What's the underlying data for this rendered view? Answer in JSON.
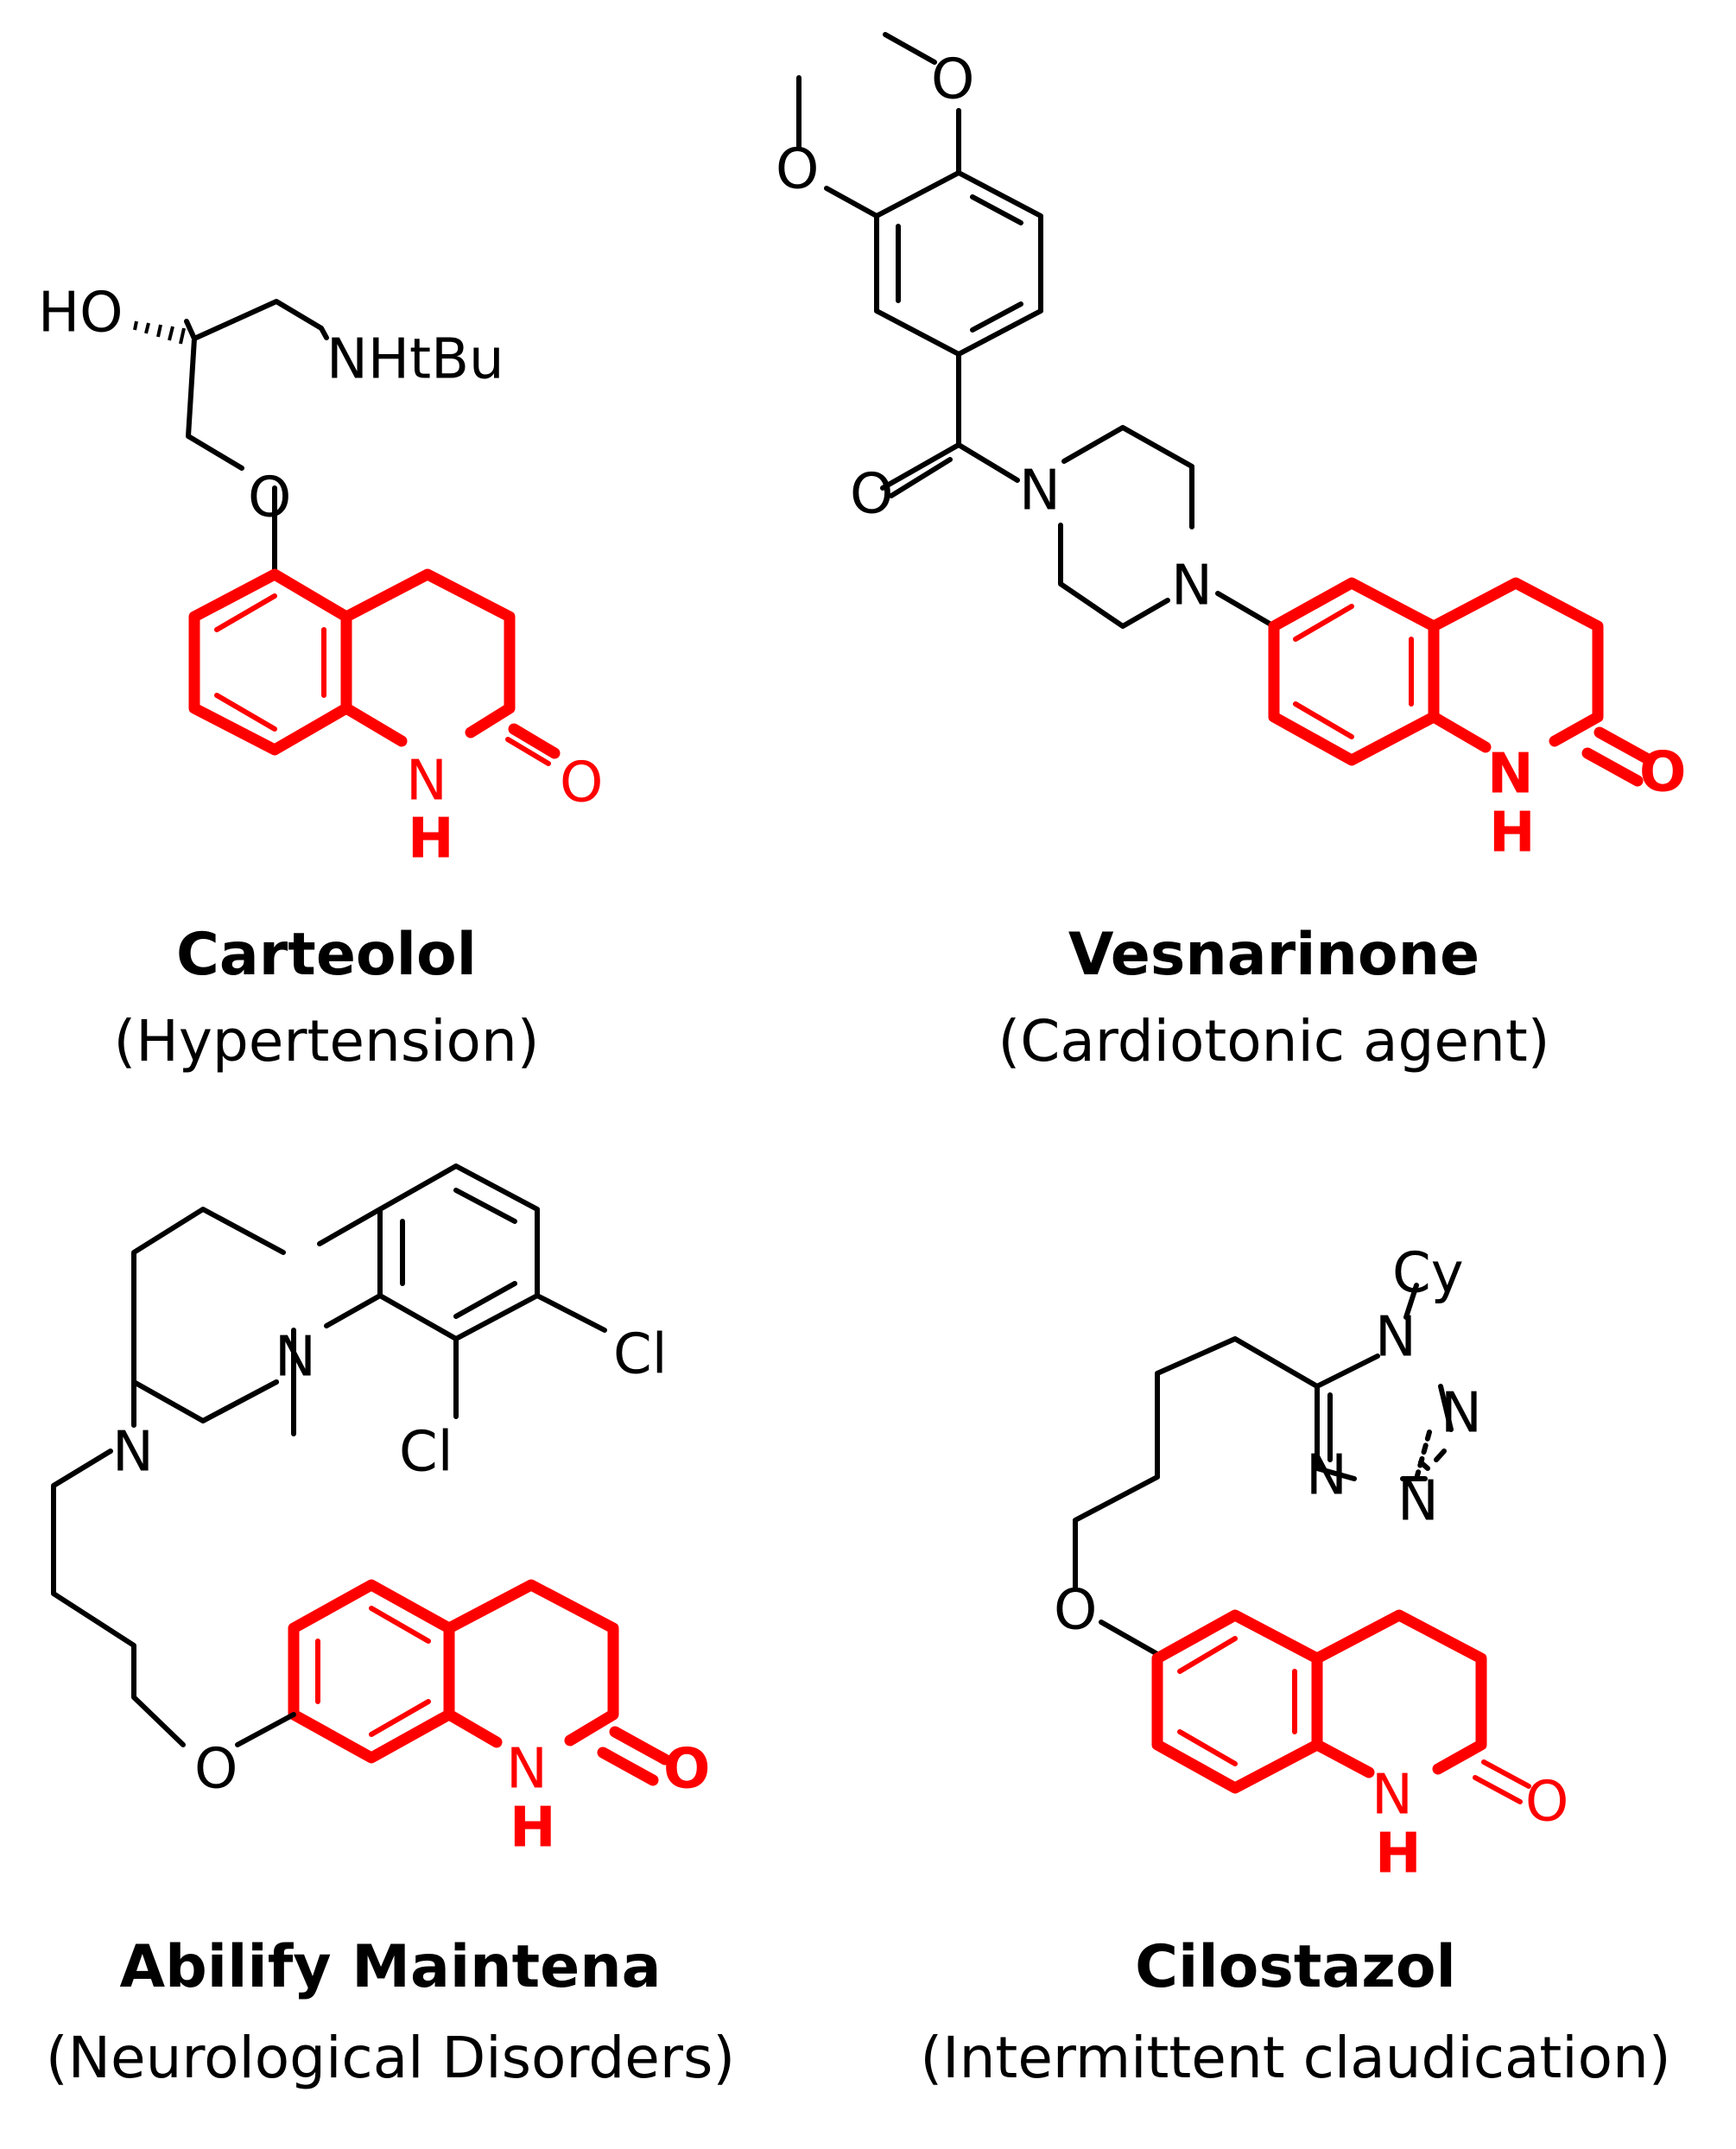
{
  "colors": {
    "core": "#ff0000",
    "bond": "#000000",
    "background": "#ffffff"
  },
  "compounds": {
    "carteolol": {
      "name": "Carteolol",
      "use": "(Hypertension)",
      "atoms": {
        "ho": "HO",
        "nhtbu": "NHtBu",
        "o": "O",
        "n": "N",
        "h": "H",
        "carbonyl_o": "O"
      }
    },
    "vesnarinone": {
      "name": "Vesnarinone",
      "use": "(Cardiotonic agent)",
      "atoms": {
        "methoxy_o1": "O",
        "methoxy_o2": "O",
        "carbonyl_o_amide": "O",
        "n1": "N",
        "n2": "N",
        "n": "N",
        "h": "H",
        "carbonyl_o": "O"
      }
    },
    "abilify": {
      "name": "Abilify Maintena",
      "use": "(Neurological Disorders)",
      "atoms": {
        "n1": "N",
        "n2": "N",
        "cl1": "Cl",
        "cl2": "Cl",
        "o": "O",
        "n": "N",
        "h": "H",
        "carbonyl_o": "O"
      }
    },
    "cilostazol": {
      "name": "Cilostazol",
      "use": "(Intermittent claudication)",
      "atoms": {
        "cy": "Cy",
        "tz_n1": "N",
        "tz_n2": "N",
        "tz_n3": "N",
        "tz_n4": "N",
        "o": "O",
        "n": "N",
        "h": "H",
        "carbonyl_o": "O"
      }
    }
  }
}
